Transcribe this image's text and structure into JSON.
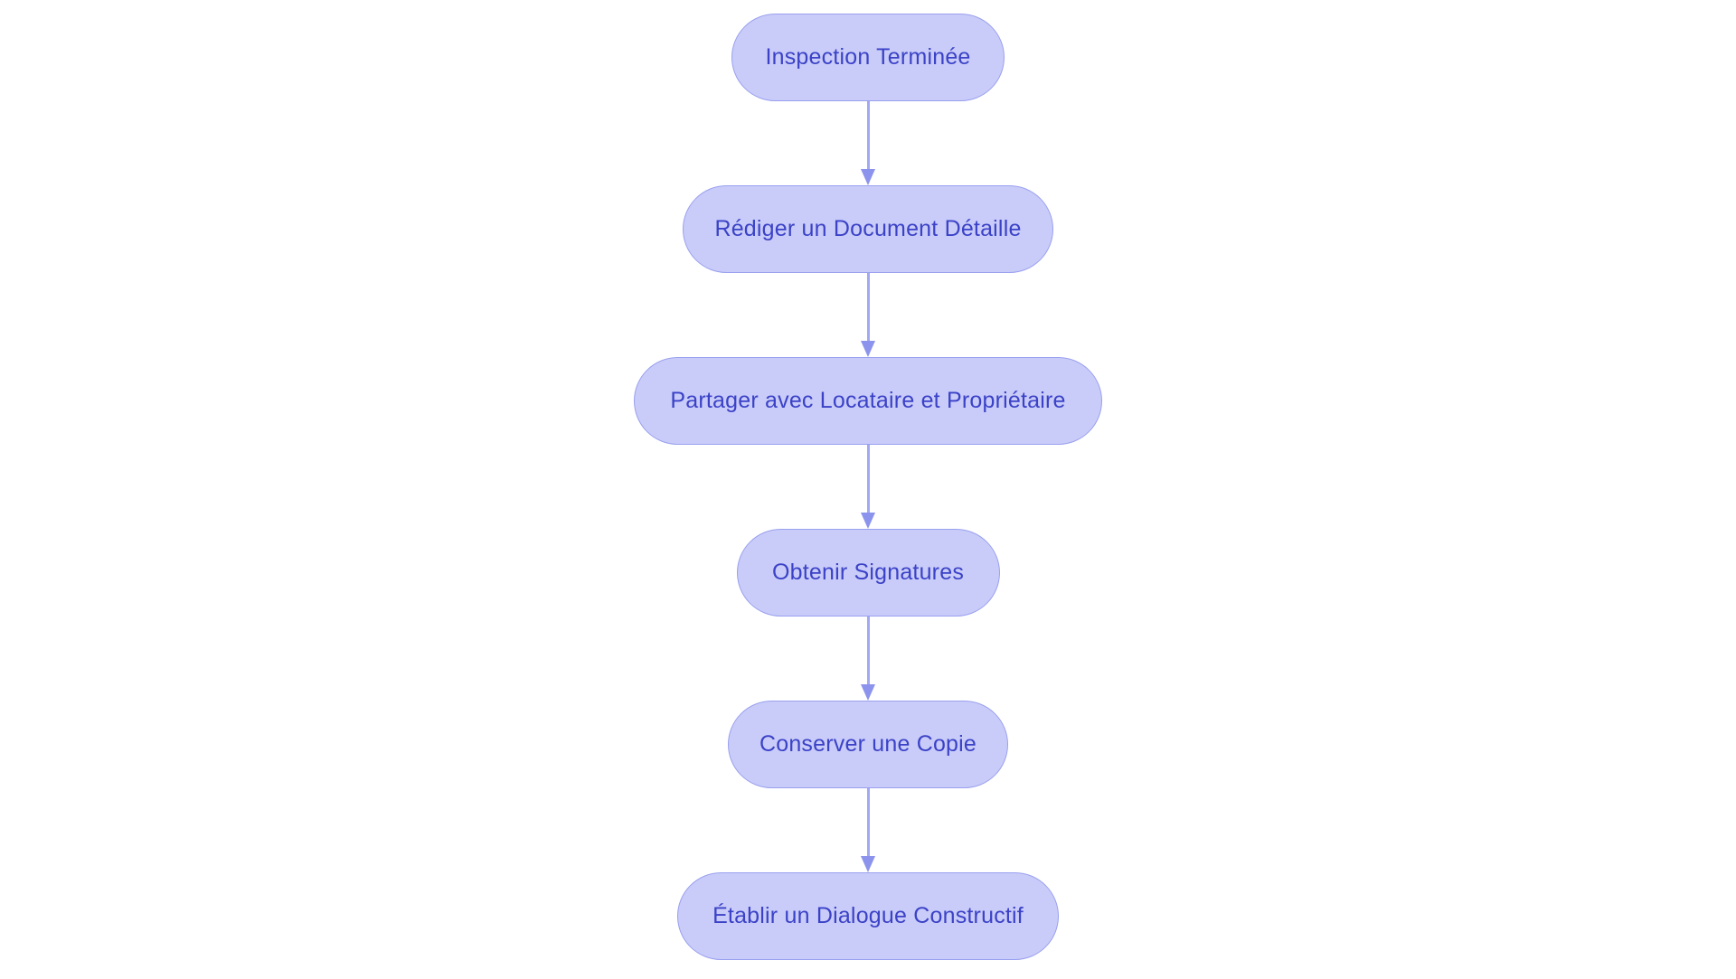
{
  "flowchart": {
    "title": "",
    "colors": {
      "background": "#ffffff",
      "node_fill": "#c9ccf8",
      "node_border": "#99a0ef",
      "node_text": "#3b42c7",
      "arrow_line": "#a2a8f2",
      "arrow_head": "#8c93ec"
    },
    "nodes": [
      {
        "label": "Inspection Terminée"
      },
      {
        "label": "Rédiger un Document Détaille"
      },
      {
        "label": "Partager avec Locataire et Propriétaire"
      },
      {
        "label": "Obtenir Signatures"
      },
      {
        "label": "Conserver une Copie"
      },
      {
        "label": "Établir un Dialogue Constructif"
      }
    ],
    "connections": [
      {
        "from": 0,
        "to": 1
      },
      {
        "from": 1,
        "to": 2
      },
      {
        "from": 2,
        "to": 3
      },
      {
        "from": 3,
        "to": 4
      },
      {
        "from": 4,
        "to": 5
      }
    ]
  }
}
